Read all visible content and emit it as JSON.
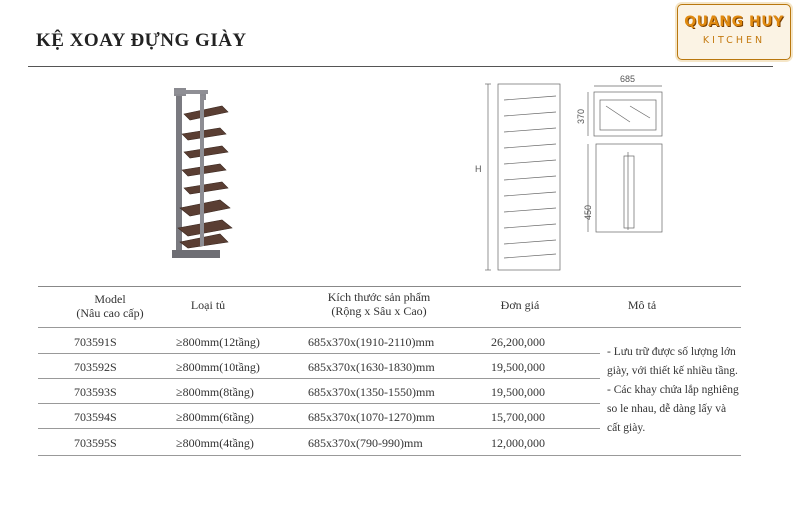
{
  "page": {
    "title": "KỆ XOAY ĐỰNG GIÀY"
  },
  "logo": {
    "line1": "QUANG HUY",
    "line2": "KITCHEN"
  },
  "drawing": {
    "width_label": "685",
    "depth_label": "370",
    "inner_label": "450",
    "height_label": "H"
  },
  "table": {
    "headers": {
      "model_line1": "Model",
      "model_line2": "(Nâu cao cấp)",
      "type": "Loại tủ",
      "size_line1": "Kích thước sản phẩm",
      "size_line2": "(Rộng x Sâu x Cao)",
      "price": "Đơn giá",
      "description": "Mô tả"
    },
    "rows": [
      {
        "model": "703591S",
        "type": "≥800mm(12tầng)",
        "size": "685x370x(1910-2110)mm",
        "price": "26,200,000"
      },
      {
        "model": "703592S",
        "type": "≥800mm(10tầng)",
        "size": "685x370x(1630-1830)mm",
        "price": "19,500,000"
      },
      {
        "model": "703593S",
        "type": "≥800mm(8tầng)",
        "size": "685x370x(1350-1550)mm",
        "price": "19,500,000"
      },
      {
        "model": "703594S",
        "type": "≥800mm(6tầng)",
        "size": "685x370x(1070-1270)mm",
        "price": "15,700,000"
      },
      {
        "model": "703595S",
        "type": "≥800mm(4tầng)",
        "size": "685x370x(790-990)mm",
        "price": "12,000,000"
      }
    ],
    "description_lines": [
      "- Lưu trữ được số lượng lớn",
      "giày, với thiết kế nhiều tầng.",
      "- Các khay chứa lắp nghiêng",
      "so le nhau, dễ dàng lấy và",
      "cất giày."
    ]
  }
}
